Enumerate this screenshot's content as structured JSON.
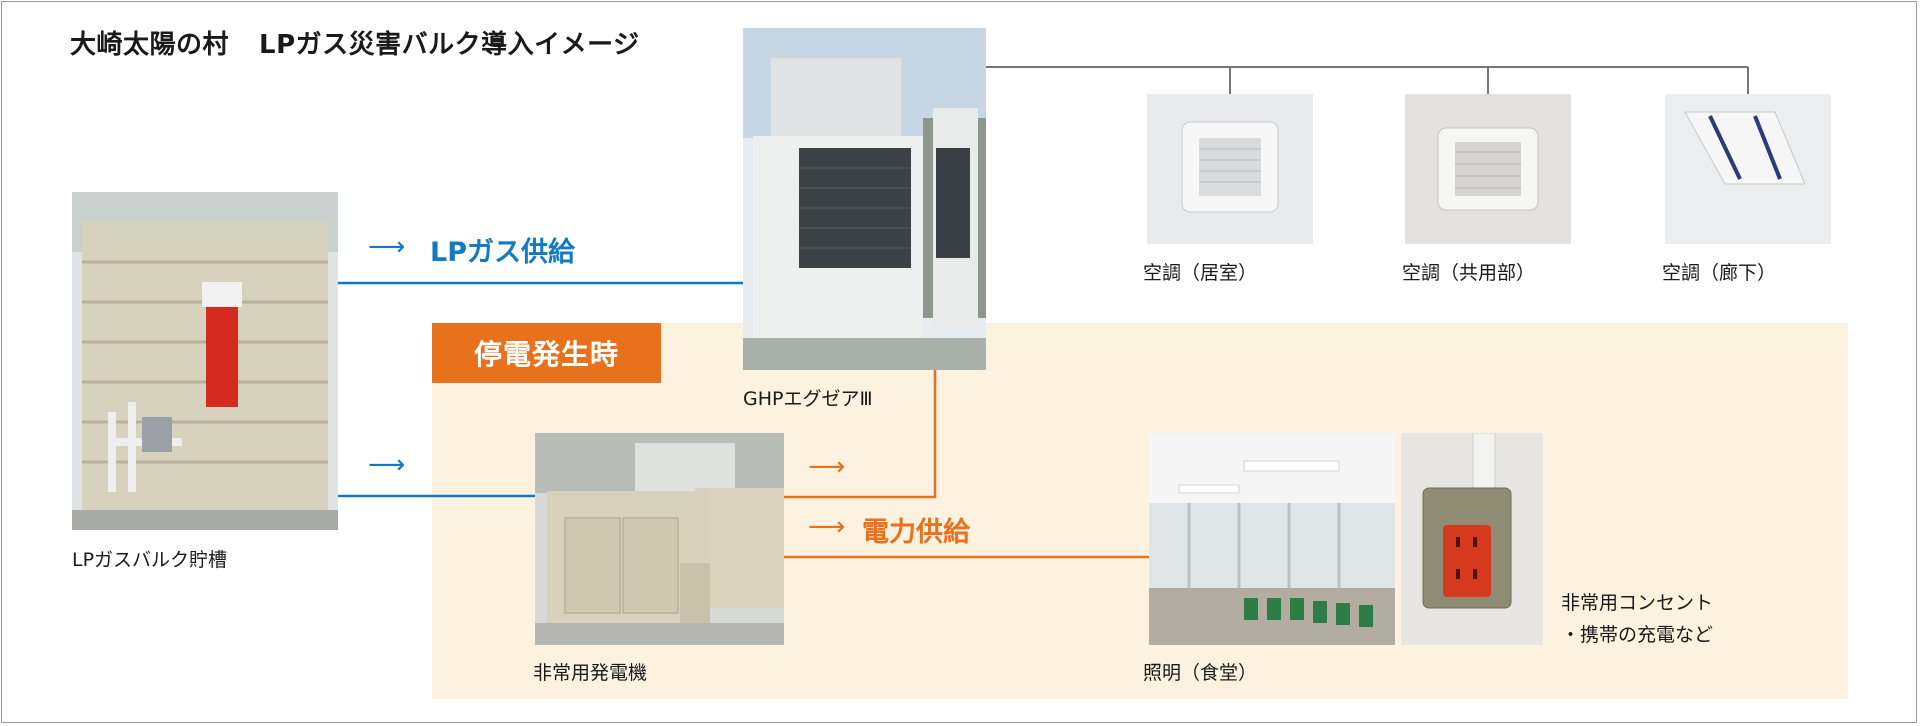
{
  "title": {
    "place": "大崎太陽の村",
    "subject": "LPガス災害バルク導入イメージ"
  },
  "outage_badge": "停電発生時",
  "flows": {
    "gas_supply": "LPガス供給",
    "power_supply": "電力供給"
  },
  "equipment": {
    "bulk_tank": "LPガスバルク貯槽",
    "ghp": "GHPエグゼアⅢ",
    "generator": "非常用発電機"
  },
  "air_conditioners": [
    {
      "label": "空調（居室）"
    },
    {
      "label": "空調（共用部）"
    },
    {
      "label": "空調（廊下）"
    }
  ],
  "outputs": {
    "lighting": "照明（食堂）",
    "outlet_line1": "非常用コンセント",
    "outlet_line2": "・携帯の充電など"
  },
  "colors": {
    "gas": "#1479c4",
    "power": "#e8711e",
    "outage_panel": "#fdf1df",
    "connector": "#777777"
  },
  "icons": {
    "arrow": "right-arrow-icon"
  }
}
